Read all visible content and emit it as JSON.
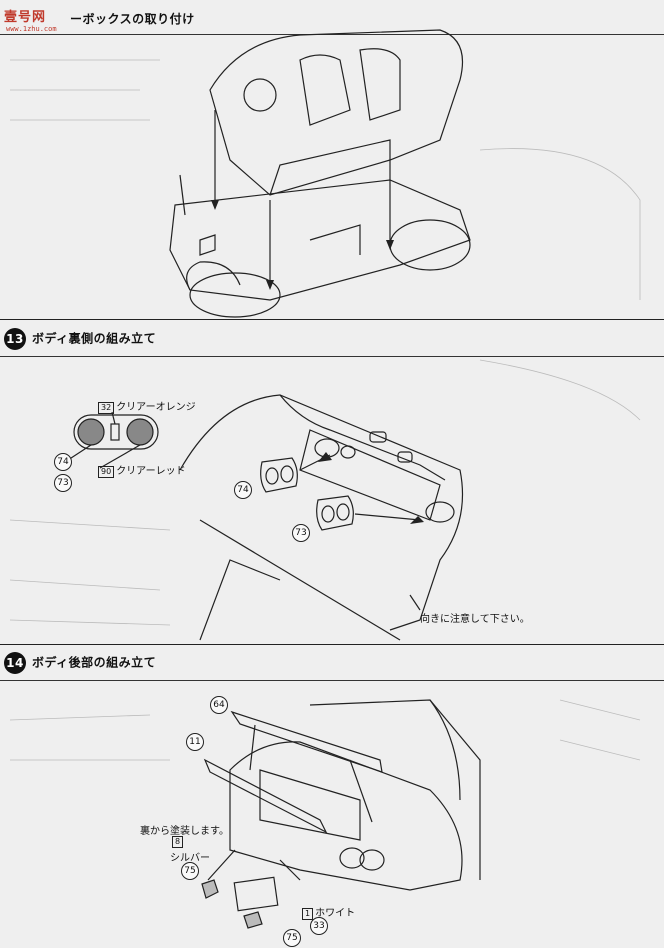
{
  "watermark": {
    "mark": "壹号网",
    "url": "www.1zhu.com"
  },
  "sections": [
    {
      "number": "",
      "title": "ーボックスの取り付け"
    },
    {
      "number": "13",
      "title": "ボディ裏側の組み立て"
    },
    {
      "number": "14",
      "title": "ボディ後部の組み立て"
    }
  ],
  "sec13": {
    "paint_top": {
      "code": "32",
      "text": "クリアーオレンジ"
    },
    "paint_bottom": {
      "code": "90",
      "text": "クリアーレッド"
    },
    "parts": [
      "74",
      "73",
      "74",
      "73"
    ],
    "note": "向きに注意して下さい。"
  },
  "sec14": {
    "parts": {
      "spoiler": "64",
      "lid": "11",
      "left_a": "75",
      "center": "33",
      "left_b": "75"
    },
    "note_backside": "裏から塗装します。",
    "paint_silver": {
      "code": "8",
      "text": "シルバー"
    },
    "paint_white": {
      "code": "1",
      "text": "ホワイト"
    }
  },
  "colors": {
    "paper": "#efefef",
    "ink": "#111111",
    "watermark": "#c0392b"
  }
}
